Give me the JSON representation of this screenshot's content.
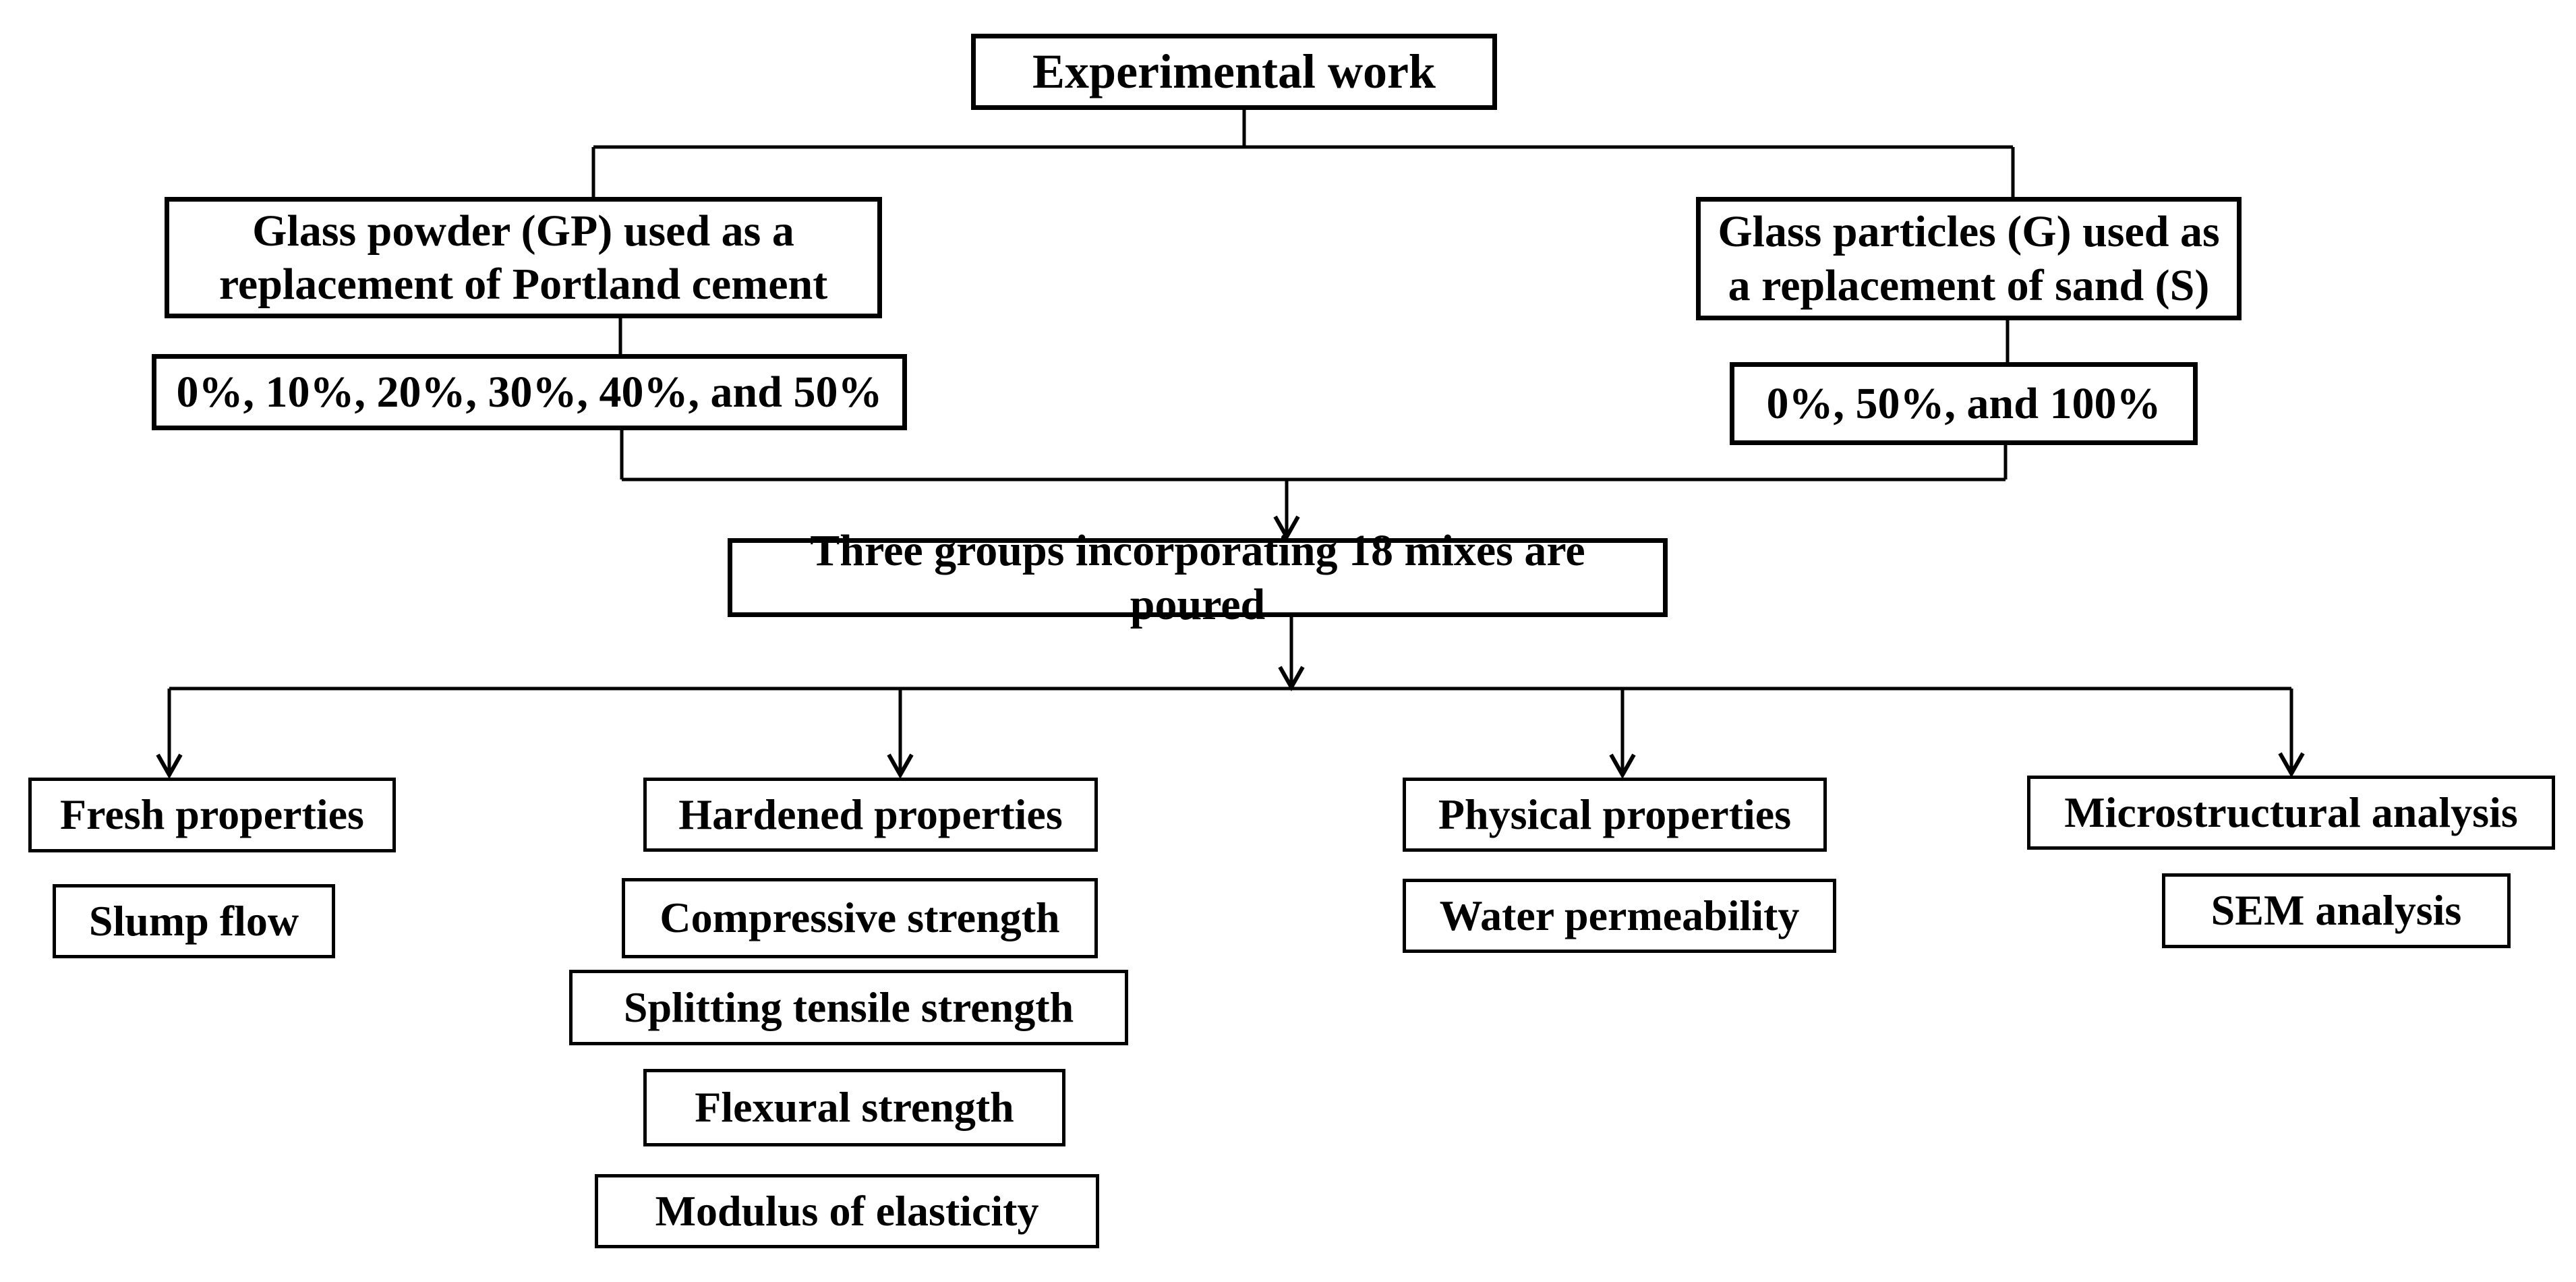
{
  "diagram": {
    "root": {
      "label": "Experimental work"
    },
    "branches": {
      "glass_powder": {
        "label": "Glass powder (GP) used as a replacement of Portland cement",
        "levels": "0%, 10%, 20%, 30%, 40%, and 50%"
      },
      "glass_particles": {
        "label": "Glass particles (G) used as a replacement of sand (S)",
        "levels": "0%, 50%, and 100%"
      }
    },
    "merge": {
      "label": "Three groups incorporating 18 mixes are poured"
    },
    "categories": [
      {
        "label": "Fresh properties",
        "tests": [
          "Slump flow"
        ]
      },
      {
        "label": "Hardened properties",
        "tests": [
          "Compressive strength",
          "Splitting tensile strength",
          "Flexural strength",
          "Modulus of elasticity"
        ]
      },
      {
        "label": "Physical properties",
        "tests": [
          "Water permeability"
        ]
      },
      {
        "label": "Microstructural analysis",
        "tests": [
          "SEM analysis"
        ]
      }
    ],
    "colors": {
      "background": "#ffffff",
      "line": "#000000",
      "box_border": "#000000",
      "box_fill": "#ffffff",
      "text": "#000000"
    }
  }
}
